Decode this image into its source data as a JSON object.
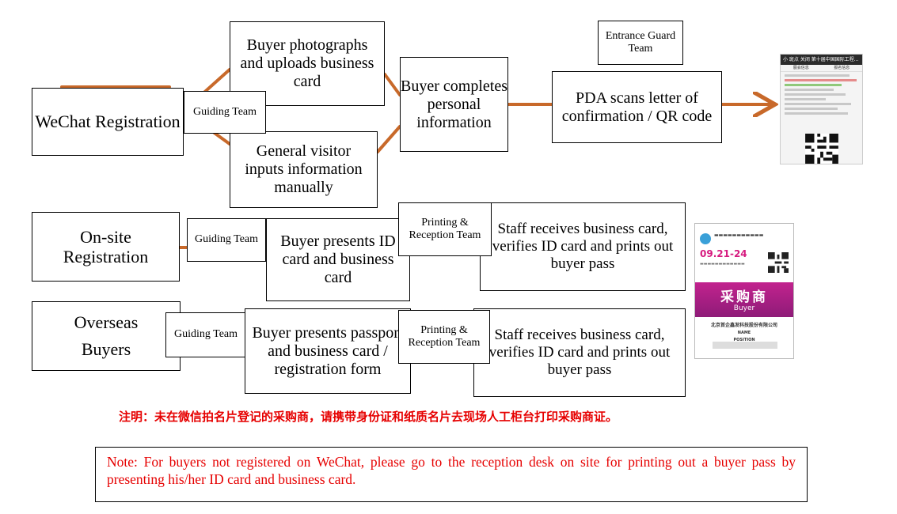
{
  "rows": {
    "wechat": {
      "source": "WeChat Registration",
      "guide": "Guiding Team",
      "upload": "Buyer photographs and uploads business card",
      "manual": "General visitor inputs information manually",
      "complete": "Buyer completes personal information",
      "guard": "Entrance Guard Team",
      "scan": "PDA scans letter of confirmation / QR code"
    },
    "onsite": {
      "source_line1": "On-site",
      "source_line2": "Registration",
      "guide": "Guiding Team",
      "present": "Buyer presents ID card and business card",
      "print_team": "Printing & Reception Team",
      "staff": "Staff receives business card, verifies ID card and prints out buyer pass"
    },
    "overseas": {
      "source_line1": "Overseas",
      "source_line2": "Buyers",
      "guide": "Guiding Team",
      "present": "Buyer presents passport and business card / registration form",
      "print_team": "Printing & Reception Team",
      "staff": "Staff receives business card, verifies ID card and prints out buyer pass"
    }
  },
  "phone_screen": {
    "topbar": "小 斑点  关闭     第十届中国国际工程...",
    "tab1": "展会信息",
    "tab2": "报名信息"
  },
  "badge": {
    "date": "09.21-24",
    "title_cn": "采购商",
    "title_en": "Buyer",
    "company": "北京首企鑫发科技股份有限公司",
    "name_label": "NAME",
    "position_label": "POSITION"
  },
  "note_cn": "注明：未在微信拍名片登记的采购商，请携带身份证和纸质名片去现场人工柜台打印采购商证。",
  "note_en": "Note: For buyers not registered on WeChat, please go to the reception desk on site for printing out a buyer pass by presenting his/her ID card and business card.",
  "colors": {
    "arrow": "#c8692a",
    "note_text": "#e60000",
    "badge_band": "#b01f86"
  }
}
